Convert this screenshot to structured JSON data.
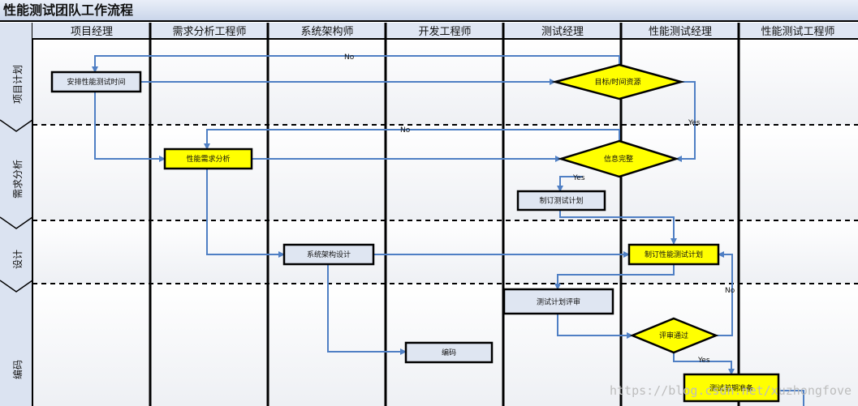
{
  "title": "性能测试团队工作流程",
  "columns": [
    "项目经理",
    "需求分析工程师",
    "系统架构师",
    "开发工程师",
    "测试经理",
    "性能测试经理",
    "性能测试工程师"
  ],
  "rows": [
    "项目计划",
    "需求分析",
    "设计",
    "编码"
  ],
  "nodes": {
    "n1": "安排性能测试时间",
    "n2": "目标/时间资源",
    "n3": "性能需求分析",
    "n4": "信息完整",
    "n5": "制订测试计划",
    "n6": "系统架构设计",
    "n7": "制订性能测试计划",
    "n8": "测试计划评审",
    "n9": "评审通过",
    "n10": "编码",
    "n11": "测试前期准备"
  },
  "edge_labels": {
    "no": "No",
    "yes": "Yes"
  },
  "watermark": "https://blog.csdn.net/xuzhongfove",
  "colors": {
    "decision_fill": "#ffff00",
    "highlight_fill": "#ffff00",
    "process_fill": "#dfe6f2",
    "connector": "#4f7fc4",
    "header_fill": "#d4def0",
    "lane_line": "#000000"
  }
}
